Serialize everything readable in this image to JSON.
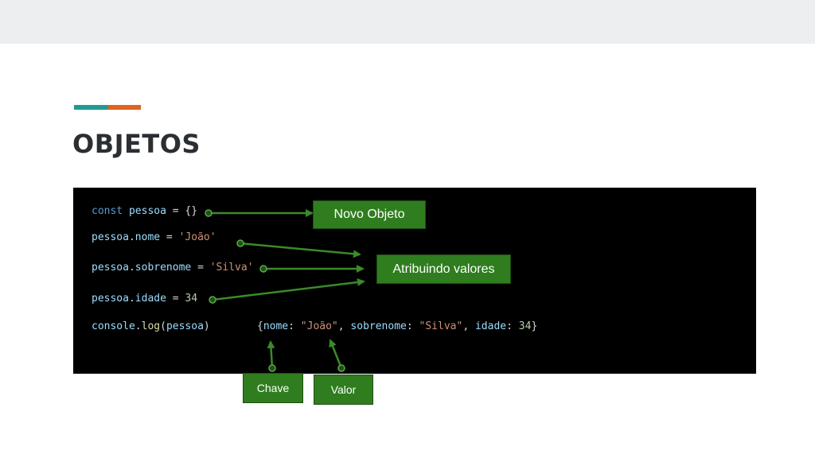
{
  "slide": {
    "title": "OBJETOS",
    "colors": {
      "accent_teal": "#1f9a94",
      "accent_orange": "#e0631f",
      "code_bg": "#000000",
      "tag_green": "#2f7d1f"
    }
  },
  "code": {
    "line1": {
      "keyword": "const",
      "var": "pessoa",
      "rest": " = {}"
    },
    "line2": {
      "obj": "pessoa",
      "prop": "nome",
      "eq": " = ",
      "value": "'João'"
    },
    "line3": {
      "obj": "pessoa",
      "prop": "sobrenome",
      "eq": " = ",
      "value": "'Silva'"
    },
    "line4": {
      "obj": "pessoa",
      "prop": "idade",
      "eq": " = ",
      "value": "34"
    },
    "line5": {
      "fn_obj": "console",
      "fn": "log",
      "arg": "pessoa"
    }
  },
  "output": {
    "key1": "nome",
    "val1": "\"João\"",
    "key2": "sobrenome",
    "val2": "\"Silva\"",
    "key3": "idade",
    "val3": "34"
  },
  "annotations": {
    "novo_objeto": "Novo Objeto",
    "atribuindo_valores": "Atribuindo valores",
    "chave": "Chave",
    "valor": "Valor"
  }
}
